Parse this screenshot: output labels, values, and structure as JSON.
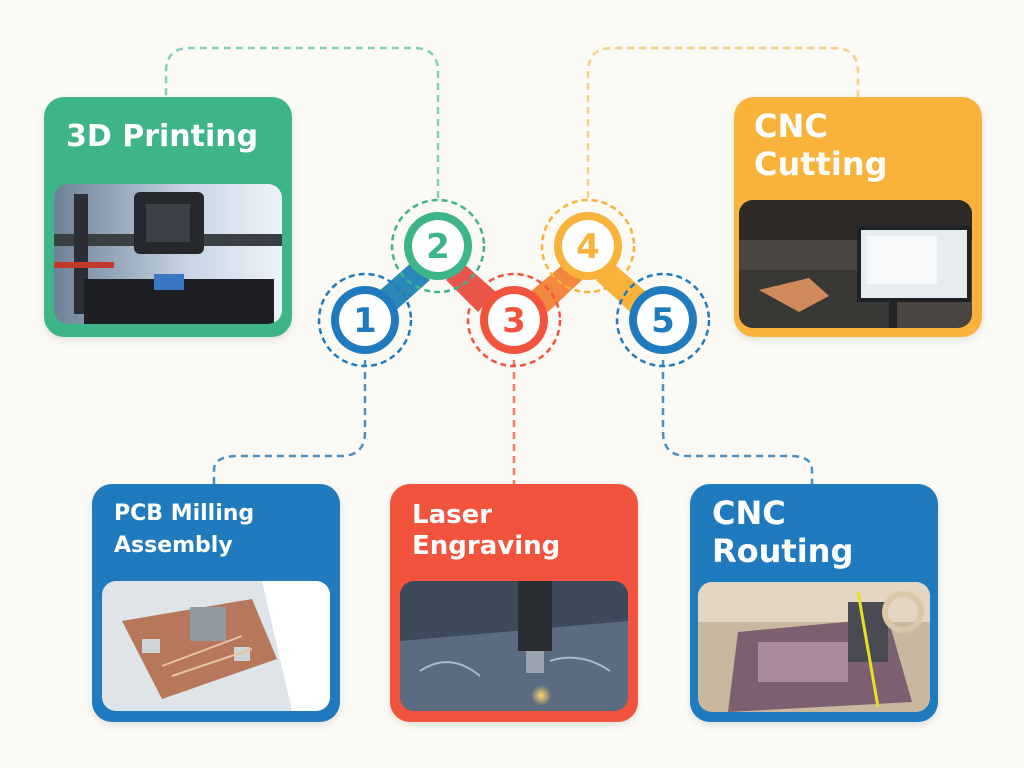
{
  "colors": {
    "teal": "#3eb489",
    "blue": "#1f7bbd",
    "red": "#f2533c",
    "orange": "#f9b23a",
    "background": "#fbfaf5"
  },
  "steps": [
    {
      "number": "1",
      "title": "PCB Milling Assembly",
      "title_lines": [
        "PCB Milling",
        "Assembly"
      ],
      "color": "#1f7bbd",
      "image": "pcb-board-photo"
    },
    {
      "number": "2",
      "title": "3D Printing",
      "title_lines": [
        "3D Printing"
      ],
      "color": "#3eb489",
      "image": "3d-printer-photo"
    },
    {
      "number": "3",
      "title": "Laser Engraving",
      "title_lines": [
        "Laser",
        "Engraving"
      ],
      "color": "#f2533c",
      "image": "laser-cutter-photo"
    },
    {
      "number": "4",
      "title": "CNC Cutting",
      "title_lines": [
        "CNC",
        "Cutting"
      ],
      "color": "#f9b23a",
      "image": "cnc-cutting-workshop-photo"
    },
    {
      "number": "5",
      "title": "CNC Routing",
      "title_lines": [
        "CNC",
        "Routing"
      ],
      "color": "#1f7bbd",
      "image": "cnc-router-photo"
    }
  ]
}
